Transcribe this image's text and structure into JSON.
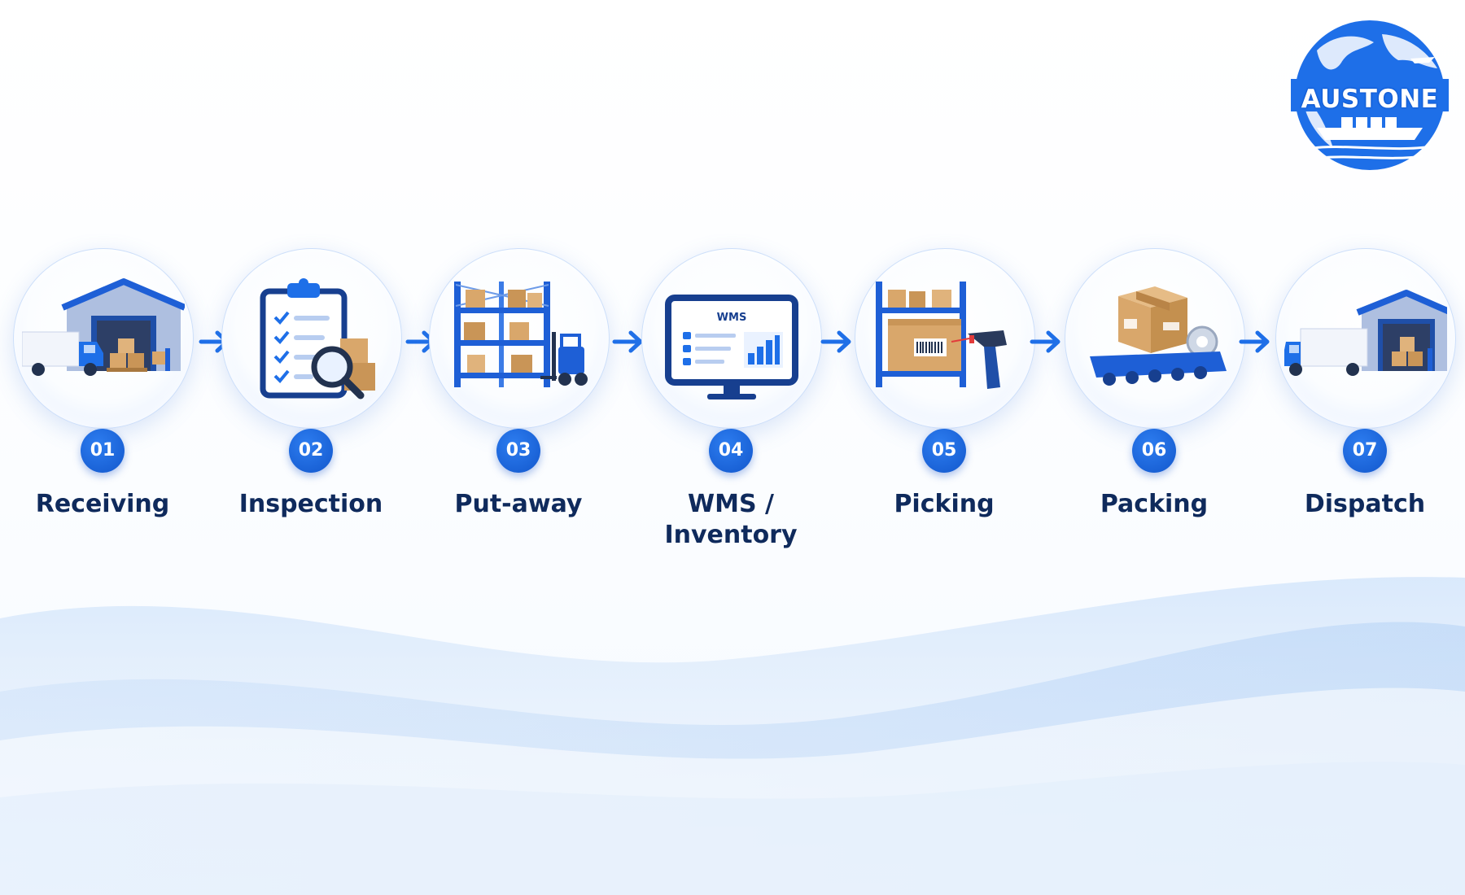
{
  "brand": {
    "name": "AUSTONE",
    "color": "#1e6fe8"
  },
  "colors": {
    "accent": "#1e6fe8",
    "badge": "#1257cc",
    "label": "#0f2a5c",
    "box": "#d9a76b"
  },
  "process": {
    "steps": [
      {
        "number": "01",
        "label_lines": [
          "Receiving"
        ],
        "icon": "warehouse-truck-icon"
      },
      {
        "number": "02",
        "label_lines": [
          "Inspection"
        ],
        "icon": "clipboard-magnifier-icon"
      },
      {
        "number": "03",
        "label_lines": [
          "Put-away"
        ],
        "icon": "shelving-forklift-icon"
      },
      {
        "number": "04",
        "label_lines": [
          "WMS /",
          "Inventory"
        ],
        "icon": "wms-monitor-icon",
        "screen_text": "WMS"
      },
      {
        "number": "05",
        "label_lines": [
          "Picking"
        ],
        "icon": "barcode-scanner-icon"
      },
      {
        "number": "06",
        "label_lines": [
          "Packing"
        ],
        "icon": "conveyor-box-icon"
      },
      {
        "number": "07",
        "label_lines": [
          "Dispatch"
        ],
        "icon": "dispatch-truck-icon"
      }
    ],
    "connector_icon": "arrow-right-icon"
  }
}
